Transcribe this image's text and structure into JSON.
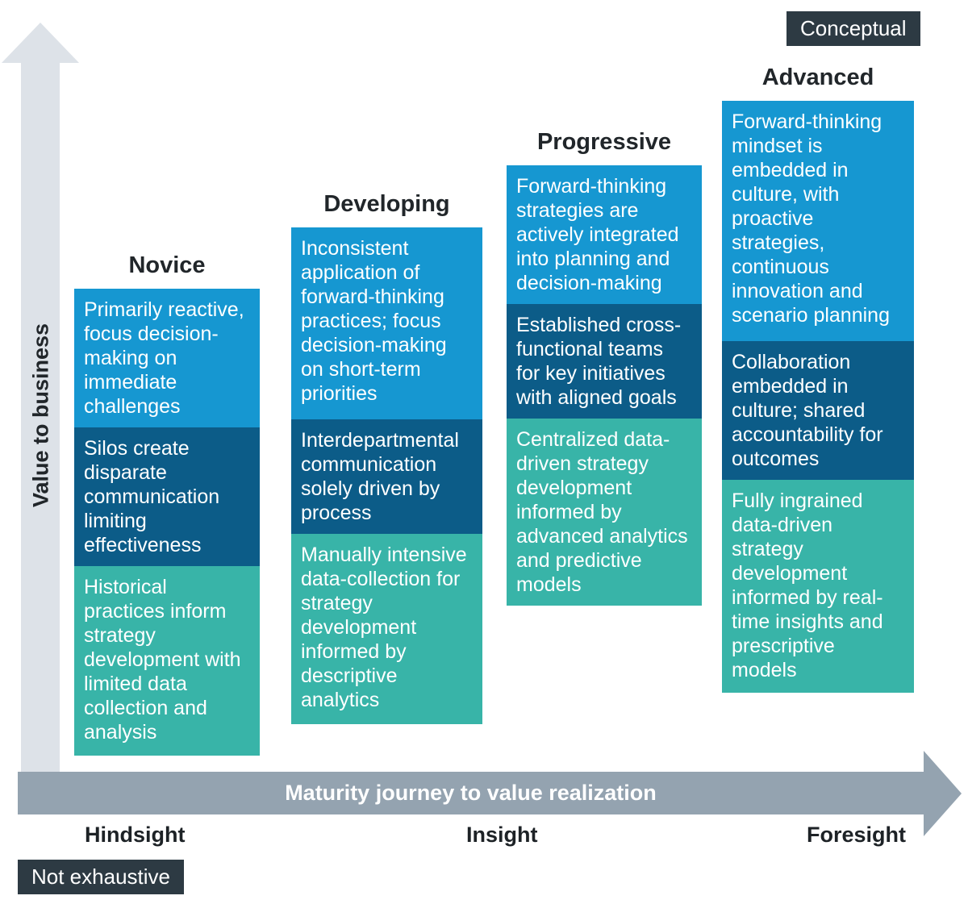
{
  "badges": {
    "conceptual": "Conceptual",
    "not_exhaustive": "Not exhaustive"
  },
  "axes": {
    "y_label": "Value to business",
    "x_label": "Maturity journey to value realization",
    "x_ticks": [
      "Hindsight",
      "Insight",
      "Foresight"
    ]
  },
  "colors": {
    "light_blue": "#1697d1",
    "dark_blue": "#0c5c88",
    "teal": "#38b4a8",
    "arrow_gray": "#94a3b0",
    "shaft_gray": "#dde2e8",
    "badge_dark": "#2d3a43"
  },
  "columns": [
    {
      "title": "Novice",
      "boxes": [
        {
          "tone": "light_blue",
          "text": "Primarily reactive, focus decision-making on immediate challenges"
        },
        {
          "tone": "dark_blue",
          "text": "Silos create disparate communication limiting effectiveness"
        },
        {
          "tone": "teal",
          "text": "Historical practices inform strategy development with limited data collection and analysis"
        }
      ]
    },
    {
      "title": "Developing",
      "boxes": [
        {
          "tone": "light_blue",
          "text": "Inconsistent application of forward-thinking practices; focus decision-making on short-term priorities"
        },
        {
          "tone": "dark_blue",
          "text": "Interdepartmental communication solely driven by process"
        },
        {
          "tone": "teal",
          "text": "Manually intensive data-collection for strategy development informed by descriptive analytics"
        }
      ]
    },
    {
      "title": "Progressive",
      "boxes": [
        {
          "tone": "light_blue",
          "text": "Forward-thinking strategies are actively integrated into planning and decision-making"
        },
        {
          "tone": "dark_blue",
          "text": "Established cross-functional teams for key initiatives with aligned goals"
        },
        {
          "tone": "teal",
          "text": "Centralized data-driven strategy development informed by advanced analytics and predictive models"
        }
      ]
    },
    {
      "title": "Advanced",
      "boxes": [
        {
          "tone": "light_blue",
          "text": "Forward-thinking mindset is embedded in culture, with proactive strategies, continuous innovation and scenario planning"
        },
        {
          "tone": "dark_blue",
          "text": "Collaboration embedded in culture; shared accountability for outcomes"
        },
        {
          "tone": "teal",
          "text": "Fully ingrained data-driven strategy development informed by real-time insights and prescriptive models"
        }
      ]
    }
  ]
}
